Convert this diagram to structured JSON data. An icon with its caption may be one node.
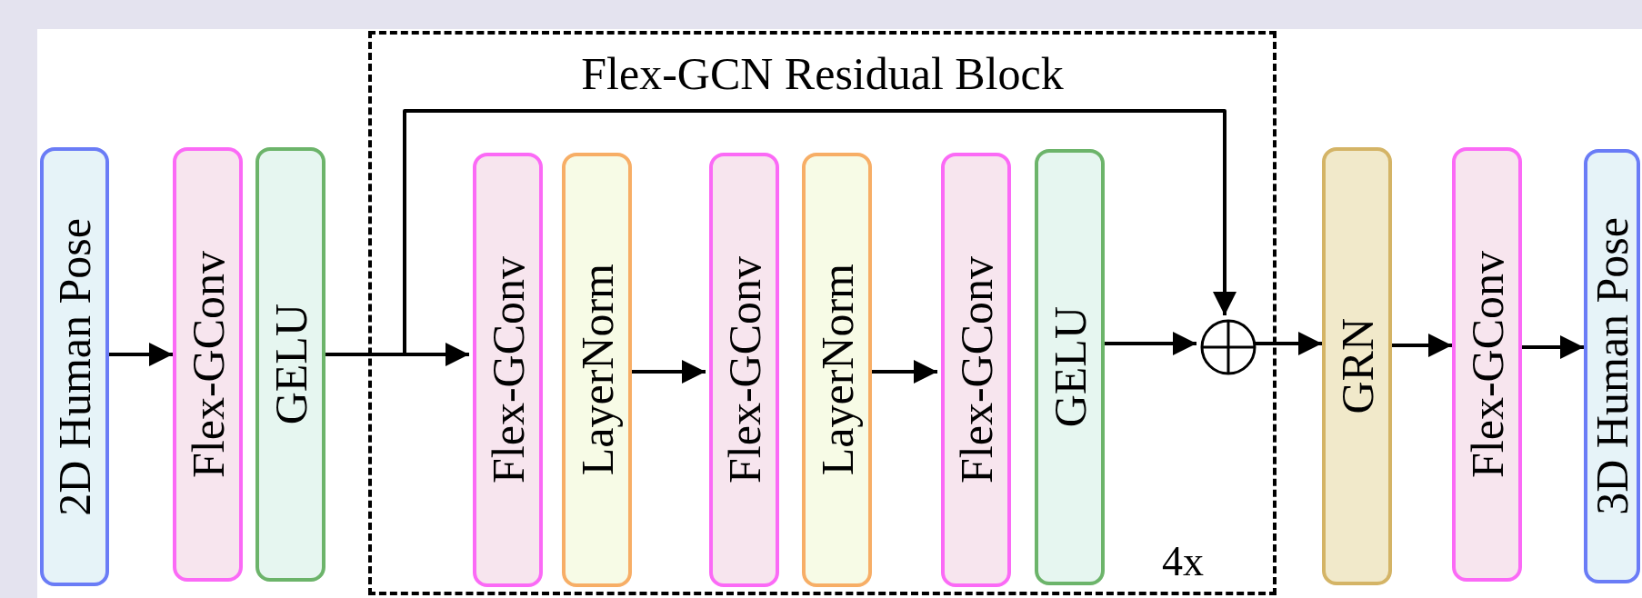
{
  "diagram": {
    "nodes": [
      {
        "text": [
          "2D Human Pose"
        ]
      },
      {
        "text": [
          "Flex-GConv"
        ]
      },
      {
        "text": [
          "GELU"
        ]
      },
      {
        "text": [
          "Flex-GCN Residual Block",
          "4x"
        ]
      },
      {
        "text": [
          "Flex-GConv"
        ],
        "in": 3
      },
      {
        "text": [
          "LayerNorm"
        ],
        "in": 3
      },
      {
        "text": [
          "Flex-GConv"
        ],
        "in": 3
      },
      {
        "text": [
          "LayerNorm"
        ],
        "in": 3
      },
      {
        "text": [
          "Flex-GConv"
        ],
        "in": 3
      },
      {
        "text": [
          "GELU"
        ],
        "in": 3
      },
      {
        "text": [],
        "shape": "circle",
        "in": 3
      },
      {
        "text": [
          "GRN"
        ]
      },
      {
        "text": [
          "Flex-GConv"
        ]
      },
      {
        "text": [
          "3D Human Pose"
        ]
      }
    ],
    "edges": [
      {
        "from": 0,
        "to": 1,
        "arrow": "to"
      },
      {
        "from": 2,
        "to": 4,
        "arrow": "to"
      },
      {
        "from": 2,
        "to": 10,
        "arrow": "to"
      },
      {
        "from": 5,
        "to": 6,
        "arrow": "to"
      },
      {
        "from": 7,
        "to": 8,
        "arrow": "to"
      },
      {
        "from": 9,
        "to": 10,
        "arrow": "to"
      },
      {
        "from": 10,
        "to": 11,
        "arrow": "to"
      },
      {
        "from": 11,
        "to": 12,
        "arrow": "to"
      },
      {
        "from": 12,
        "to": 13,
        "arrow": "to"
      }
    ]
  }
}
